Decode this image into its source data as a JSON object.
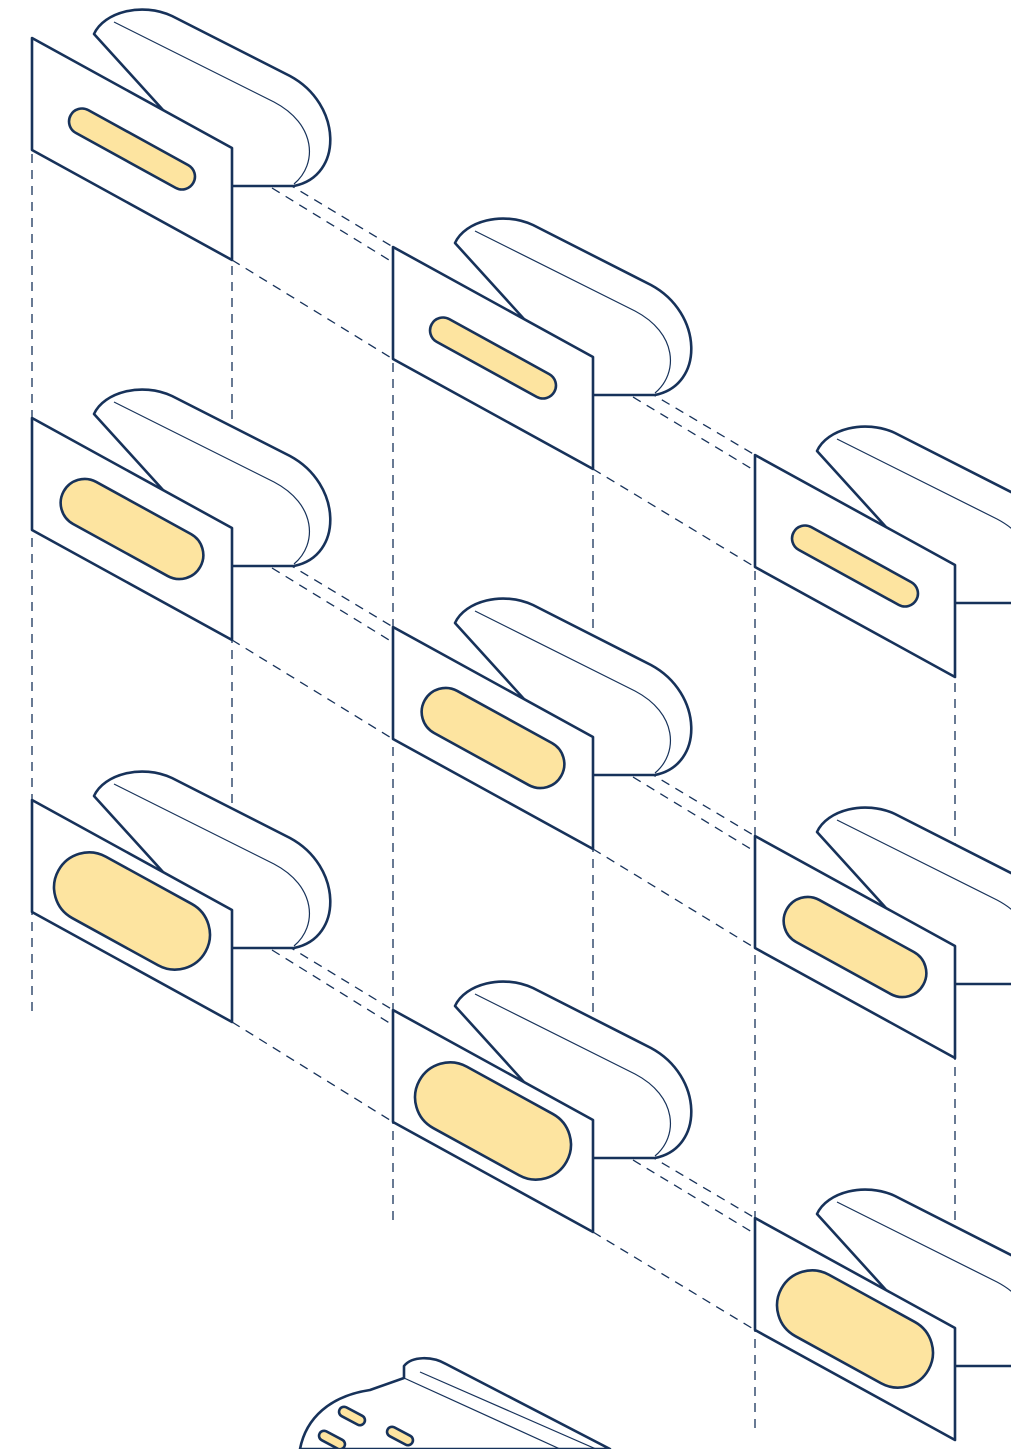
{
  "diagram": {
    "colors": {
      "outline": "#17325a",
      "slot_fill": "#fde4a0",
      "background": "#ffffff"
    },
    "grid": {
      "columns": 3,
      "rows": 3
    },
    "modules": [
      {
        "name": "module-r1-c1",
        "slot_level": 1
      },
      {
        "name": "module-r1-c2",
        "slot_level": 1
      },
      {
        "name": "module-r1-c3",
        "slot_level": 1
      },
      {
        "name": "module-r2-c1",
        "slot_level": 2
      },
      {
        "name": "module-r2-c2",
        "slot_level": 2
      },
      {
        "name": "module-r2-c3",
        "slot_level": 2
      },
      {
        "name": "module-r3-c1",
        "slot_level": 3
      },
      {
        "name": "module-r3-c2",
        "slot_level": 3
      },
      {
        "name": "module-r3-c3",
        "slot_level": 3
      }
    ],
    "base_component": "base-connector"
  }
}
